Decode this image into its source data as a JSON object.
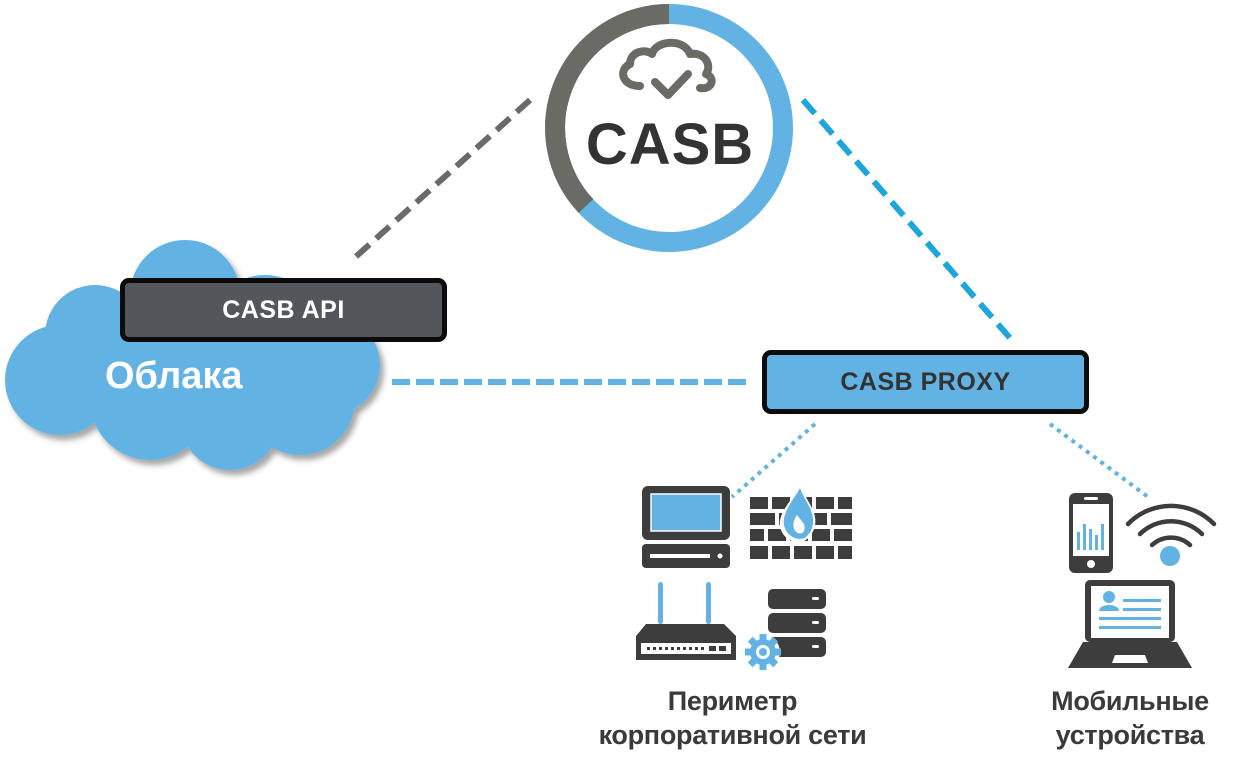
{
  "diagram": {
    "center": {
      "title": "CASB",
      "icon": "cloud-check-icon",
      "ring_colors": {
        "gray": "#6b6b66",
        "blue": "#62b3e4"
      }
    },
    "nodes": {
      "cloud": {
        "label": "Облака",
        "color": "#62b3e4"
      },
      "api": {
        "label": "CASB API",
        "color": "#53565b"
      },
      "proxy": {
        "label": "CASB PROXY",
        "color": "#62b3e4"
      },
      "perimeter": {
        "caption_line1": "Периметр",
        "caption_line2": "корпоративной сети",
        "icons": [
          "desktop-computer-icon",
          "firewall-icon",
          "router-icon",
          "server-gear-icon"
        ]
      },
      "mobile": {
        "caption_line1": "Мобильные",
        "caption_line2": "устройства",
        "icons": [
          "smartphone-icon",
          "wifi-icon",
          "laptop-icon"
        ]
      }
    },
    "connections": [
      {
        "from": "CASB",
        "to": "CASB API",
        "style": "dashed",
        "color": "#6b6b66"
      },
      {
        "from": "CASB",
        "to": "CASB PROXY",
        "style": "dashed",
        "color": "#1ea6dc"
      },
      {
        "from": "Облака",
        "to": "CASB PROXY",
        "style": "dashed",
        "color": "#62b3e4"
      },
      {
        "from": "CASB PROXY",
        "to": "Периметр корпоративной сети",
        "style": "dotted",
        "color": "#62b3e4"
      },
      {
        "from": "CASB PROXY",
        "to": "Мобильные устройства",
        "style": "dotted",
        "color": "#62b3e4"
      }
    ],
    "colors": {
      "dark": "#3d3d3d",
      "accent": "#62b3e4",
      "text": "#333333"
    }
  }
}
